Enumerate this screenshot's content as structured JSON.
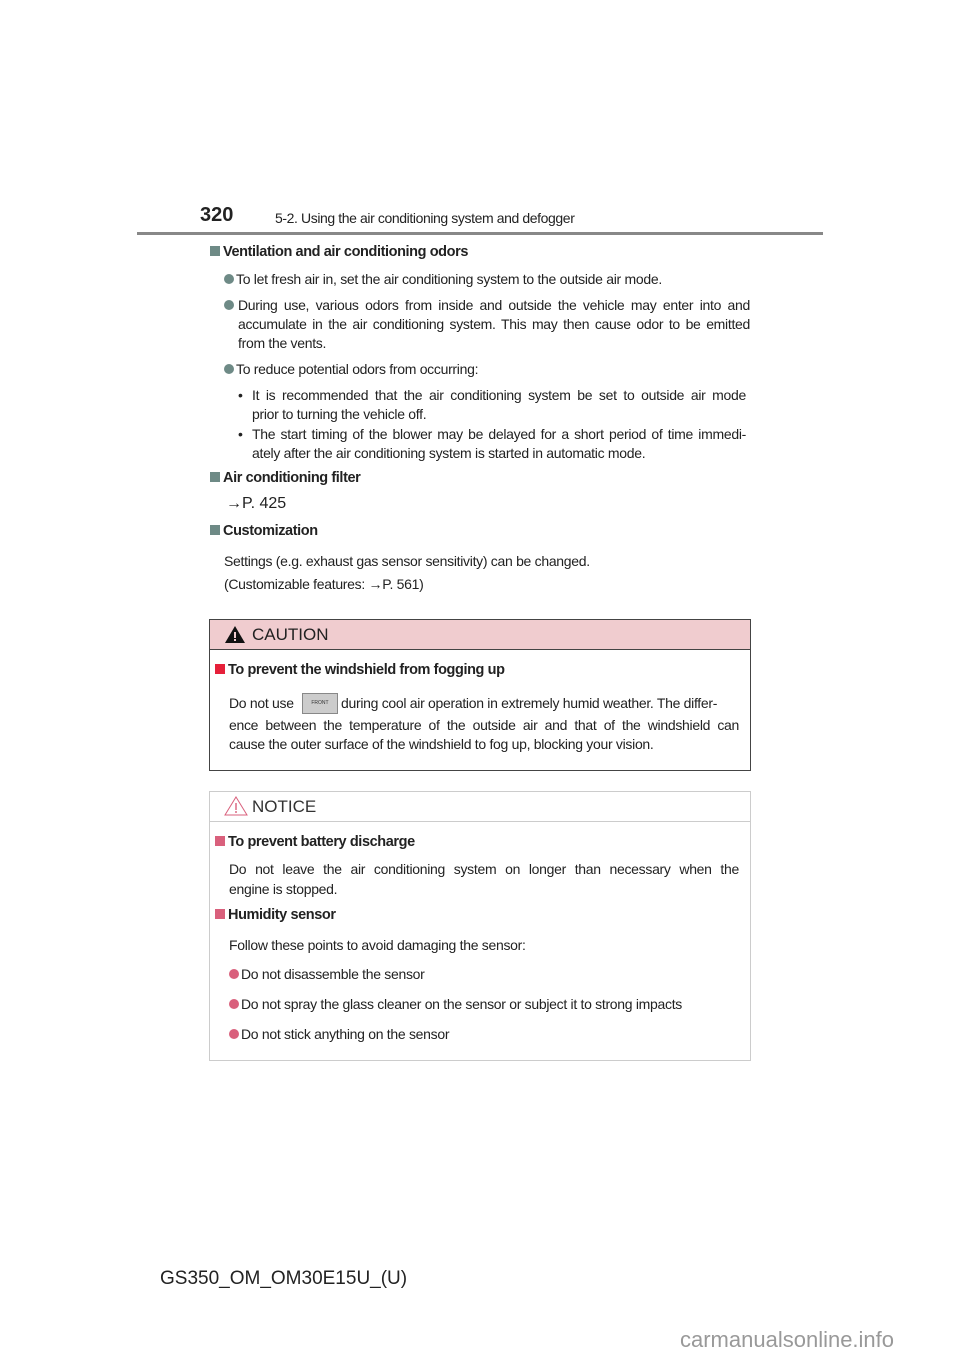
{
  "header": {
    "page_number": "320",
    "section": "5-2. Using the air conditioning system and defogger"
  },
  "sections": [
    {
      "title": "Ventilation and air conditioning odors",
      "bullets": [
        "To let fresh air in, set the air conditioning system to the outside air mode.",
        [
          "During use, various odors from inside and outside the vehicle may enter into and",
          "accumulate in the air conditioning system. This may then cause odor to be emitted",
          "from the vents."
        ],
        "To reduce potential odors from occurring:"
      ],
      "sub": [
        [
          "It is recommended that the air conditioning system be set to outside air mode",
          "prior to turning the vehicle off."
        ],
        [
          "The start timing of the blower may be delayed for a short period of time immedi-",
          "ately after the air conditioning system is started in automatic mode."
        ]
      ]
    },
    {
      "title": "Air conditioning filter",
      "ref": "→P. 425"
    },
    {
      "title": "Customization",
      "lines": [
        "Settings (e.g. exhaust gas sensor sensitivity) can be changed.",
        "(Customizable features: →P. 561)"
      ]
    }
  ],
  "caution": {
    "label": "CAUTION",
    "title": "To prevent the windshield from fogging up",
    "line1a": "Do not use",
    "line1b": "during cool air operation in extremely humid weather. The differ-",
    "lines": [
      "ence between the temperature of the outside air and that of the windshield can",
      "cause the outer surface of the windshield to fog up, blocking your vision."
    ],
    "icon_label": "FRONT"
  },
  "notice": {
    "label": "NOTICE",
    "s1": {
      "title": "To prevent battery discharge",
      "lines": [
        "Do not leave the air conditioning system on longer than necessary when the",
        "engine is stopped."
      ]
    },
    "s2": {
      "title": "Humidity sensor",
      "intro": "Follow these points to avoid damaging the sensor:",
      "bullets": [
        "Do not disassemble the sensor",
        "Do not spray the glass cleaner on the sensor or subject it to strong impacts",
        "Do not stick anything on the sensor"
      ]
    }
  },
  "footer": {
    "model": "GS350_OM_OM30E15U_(U)",
    "watermark": "carmanualsonline.info"
  }
}
